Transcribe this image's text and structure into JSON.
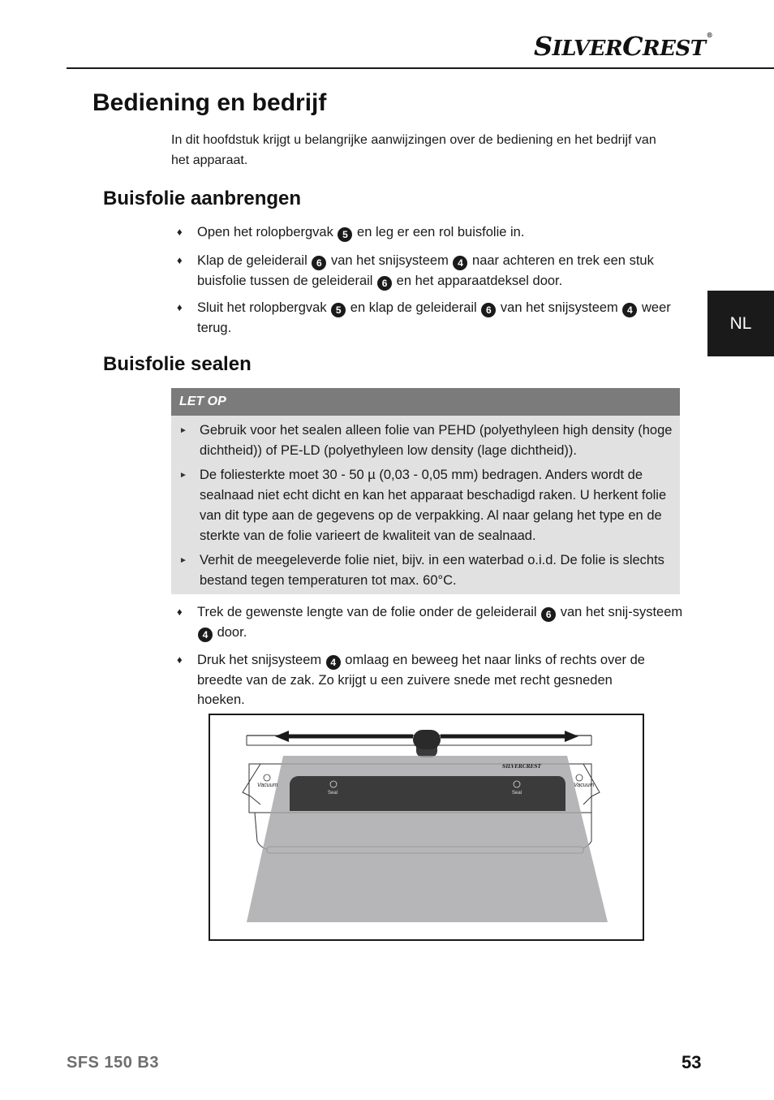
{
  "header": {
    "brand_s": "S",
    "brand_ilver": "ILVER",
    "brand_c": "C",
    "brand_rest": "REST",
    "brand_reg": "®"
  },
  "title": "Bediening en bedrijf",
  "intro": "In dit hoofdstuk krijgt u belangrijke aanwijzingen over de bediening en het bedrijf van het apparaat.",
  "lang_tab": "NL",
  "section1": {
    "title": "Buisfolie aanbrengen",
    "steps": [
      {
        "a": "Open het rolopbergvak ",
        "n1": "5",
        "b": " en leg er een rol buisfolie in."
      },
      {
        "a": "Klap de geleiderail ",
        "n1": "6",
        "b": " van het snijsysteem ",
        "n2": "4",
        "c": " naar achteren en trek een stuk buisfolie tussen de geleiderail ",
        "n3": "6",
        "d": " en het apparaatdeksel door."
      },
      {
        "a": "Sluit het rolopbergvak ",
        "n1": "5",
        "b": " en klap de geleiderail ",
        "n2": "6",
        "c": " van het snijsysteem ",
        "n3": "4",
        "d": " weer terug."
      }
    ]
  },
  "section2": {
    "title": "Buisfolie sealen",
    "note_title": "LET OP",
    "notes": [
      "Gebruik voor het sealen alleen folie van PEHD (polyethyleen high density (hoge dichtheid)) of PE-LD (polyethyleen low density (lage dichtheid)).",
      "De foliesterkte moet 30 - 50 µ (0,03 - 0,05 mm) bedragen. Anders wordt de sealnaad niet echt dicht en kan het apparaat beschadigd raken. U herkent folie van dit type aan de gegevens op de verpakking. Al naar gelang het type en de sterkte van de folie varieert de kwaliteit van de sealnaad.",
      "Verhit de meegeleverde folie niet, bijv. in een waterbad o.i.d. De folie is slechts bestand tegen temperaturen tot max. 60°C."
    ],
    "steps": [
      {
        "a": "Trek de gewenste lengte van de folie onder de geleiderail ",
        "n1": "6",
        "b": " van het snij-systeem ",
        "n2": "4",
        "c": " door."
      },
      {
        "a": "Druk het snijsysteem ",
        "n1": "4",
        "b": " omlaag en beweeg het naar links of rechts over de breedte van de zak. Zo krijgt u een zuivere snede met recht gesneden hoeken."
      }
    ]
  },
  "figure": {
    "label_vacuum_left": "Vacuum",
    "label_vacuum_right": "Vacuum",
    "label_seal_left": "Seal",
    "label_seal_right": "Seal",
    "device_brand": "SILVERCREST"
  },
  "footer": {
    "model": "SFS 150 B3",
    "page": "53"
  },
  "icons": {
    "bullet": "diamond-icon",
    "note_bullet": "arrow-right-icon",
    "step_number": "circled-number-icon",
    "hand": "hand-icon"
  },
  "colors": {
    "note_header": "#7b7b7b",
    "note_background": "#e1e1e1",
    "lang_tab": "#1a1a1a",
    "footer_model": "#6e6e6e"
  }
}
